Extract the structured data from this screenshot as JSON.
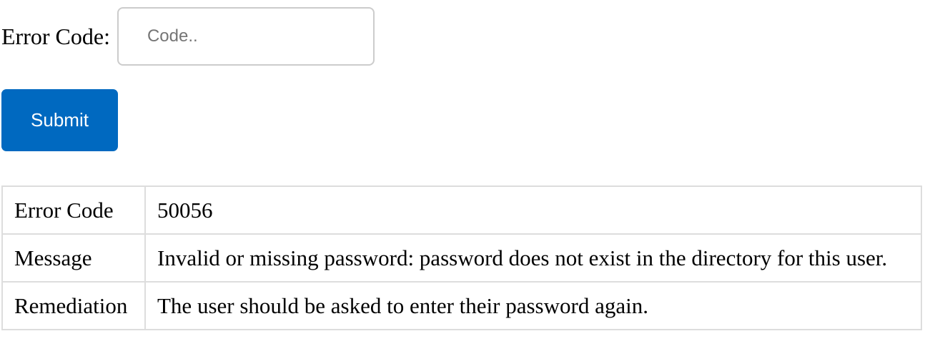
{
  "form": {
    "label": "Error Code:",
    "input": {
      "value": "",
      "placeholder": "Code.."
    },
    "submit_label": "Submit"
  },
  "colors": {
    "submit_button_bg": "#0069c0",
    "submit_button_text": "#ffffff",
    "input_border": "#cccccc",
    "table_border": "#dddddd"
  },
  "result_table": {
    "rows": [
      {
        "key": "Error Code",
        "value": "50056"
      },
      {
        "key": "Message",
        "value": "Invalid or missing password: password does not exist in the directory for this user."
      },
      {
        "key": "Remediation",
        "value": "The user should be asked to enter their password again."
      }
    ]
  }
}
